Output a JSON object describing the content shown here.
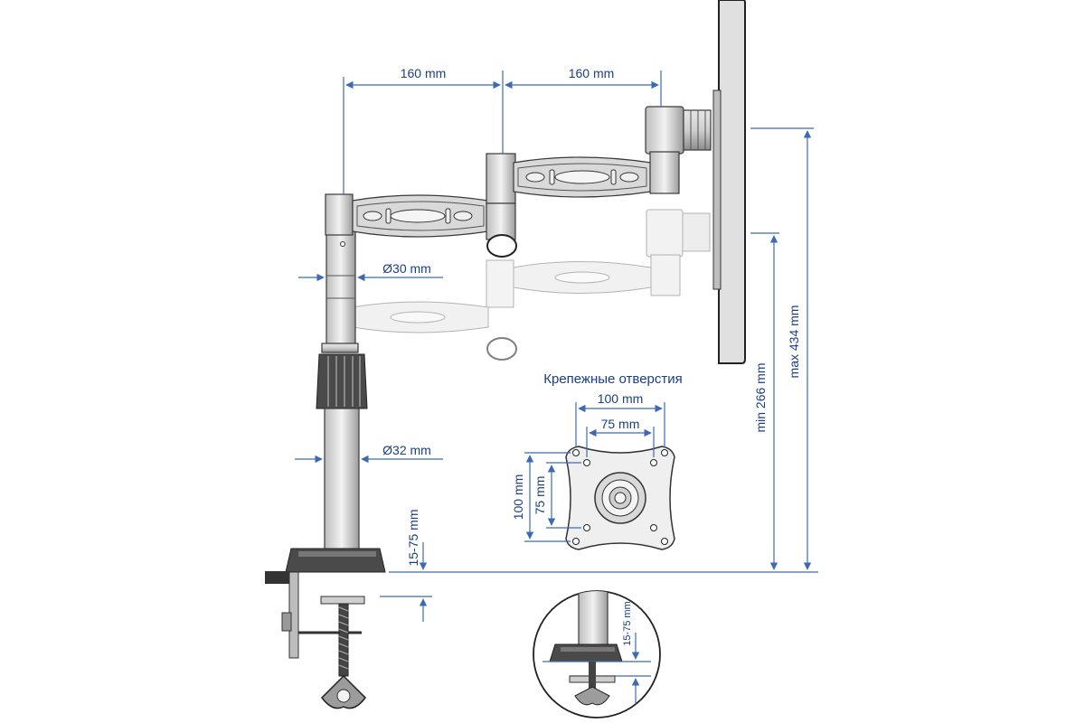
{
  "labels": {
    "arm1_length": "160 mm",
    "arm2_length": "160 mm",
    "pole_upper_diameter": "Ø30 mm",
    "pole_lower_diameter": "Ø32 mm",
    "mount_holes_title": "Крепежные отверстия",
    "vesa_h_100": "100 mm",
    "vesa_h_75": "75 mm",
    "vesa_v_100": "100 mm",
    "vesa_v_75": "75 mm",
    "height_min": "min 266 mm",
    "height_max": "max 434 mm",
    "desk_thickness": "15-75 mm",
    "detail_desk_thickness": "15-75 mm"
  },
  "colors": {
    "dimension": "#1b3f82",
    "dimension_line": "#3d6ab5",
    "part_fill": "#d9d9d9",
    "part_dark": "#3a3a3a",
    "ghost_fill": "#ececec"
  }
}
